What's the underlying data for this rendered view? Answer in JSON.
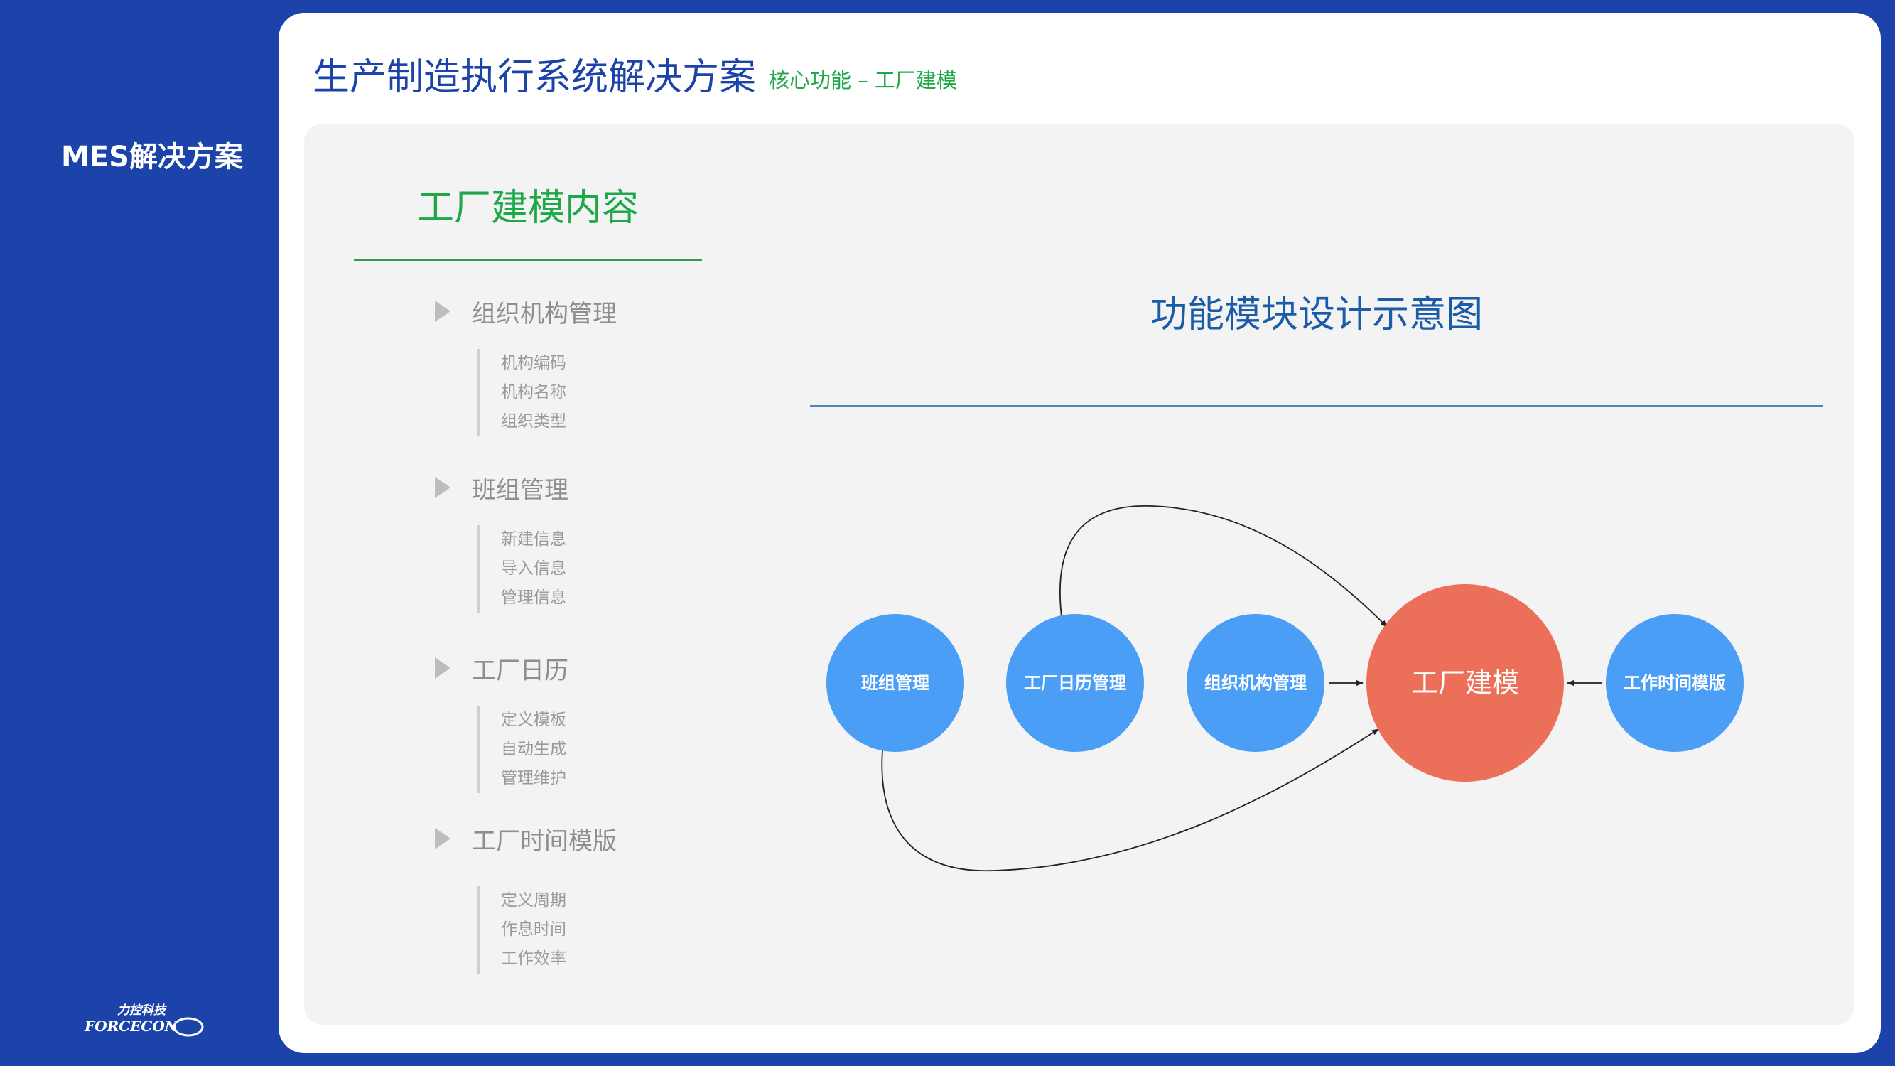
{
  "sidebar": {
    "title": "MES解决方案",
    "logo_text": "力控科技",
    "logo_brand": "FORCECON"
  },
  "header": {
    "title": "生产制造执行系统解决方案",
    "subtitle": "核心功能 – 工厂建模"
  },
  "left_panel": {
    "title": "工厂建模内容",
    "sections": [
      {
        "label": "组织机构管理",
        "items": [
          "机构编码",
          "机构名称",
          "组织类型"
        ]
      },
      {
        "label": "班组管理",
        "items": [
          "新建信息",
          "导入信息",
          "管理信息"
        ]
      },
      {
        "label": "工厂日历",
        "items": [
          "定义模板",
          "自动生成",
          "管理维护"
        ]
      },
      {
        "label": "工厂时间模版",
        "items": [
          "定义周期",
          "作息时间",
          "工作效率"
        ]
      }
    ]
  },
  "right_panel": {
    "title": "功能模块设计示意图",
    "nodes": [
      {
        "id": "banzu",
        "label": "班组管理",
        "color": "#4a9ef5"
      },
      {
        "id": "rili",
        "label": "工厂日历管理",
        "color": "#4a9ef5"
      },
      {
        "id": "zuzhi",
        "label": "组织机构管理",
        "color": "#4a9ef5"
      },
      {
        "id": "center",
        "label": "工厂建模",
        "color": "#ec7059"
      },
      {
        "id": "shijian",
        "label": "工作时间模版",
        "color": "#4a9ef5"
      }
    ],
    "edges": [
      {
        "from": "banzu",
        "to": "center"
      },
      {
        "from": "rili",
        "to": "center"
      },
      {
        "from": "zuzhi",
        "to": "center"
      },
      {
        "from": "shijian",
        "to": "center"
      }
    ]
  }
}
